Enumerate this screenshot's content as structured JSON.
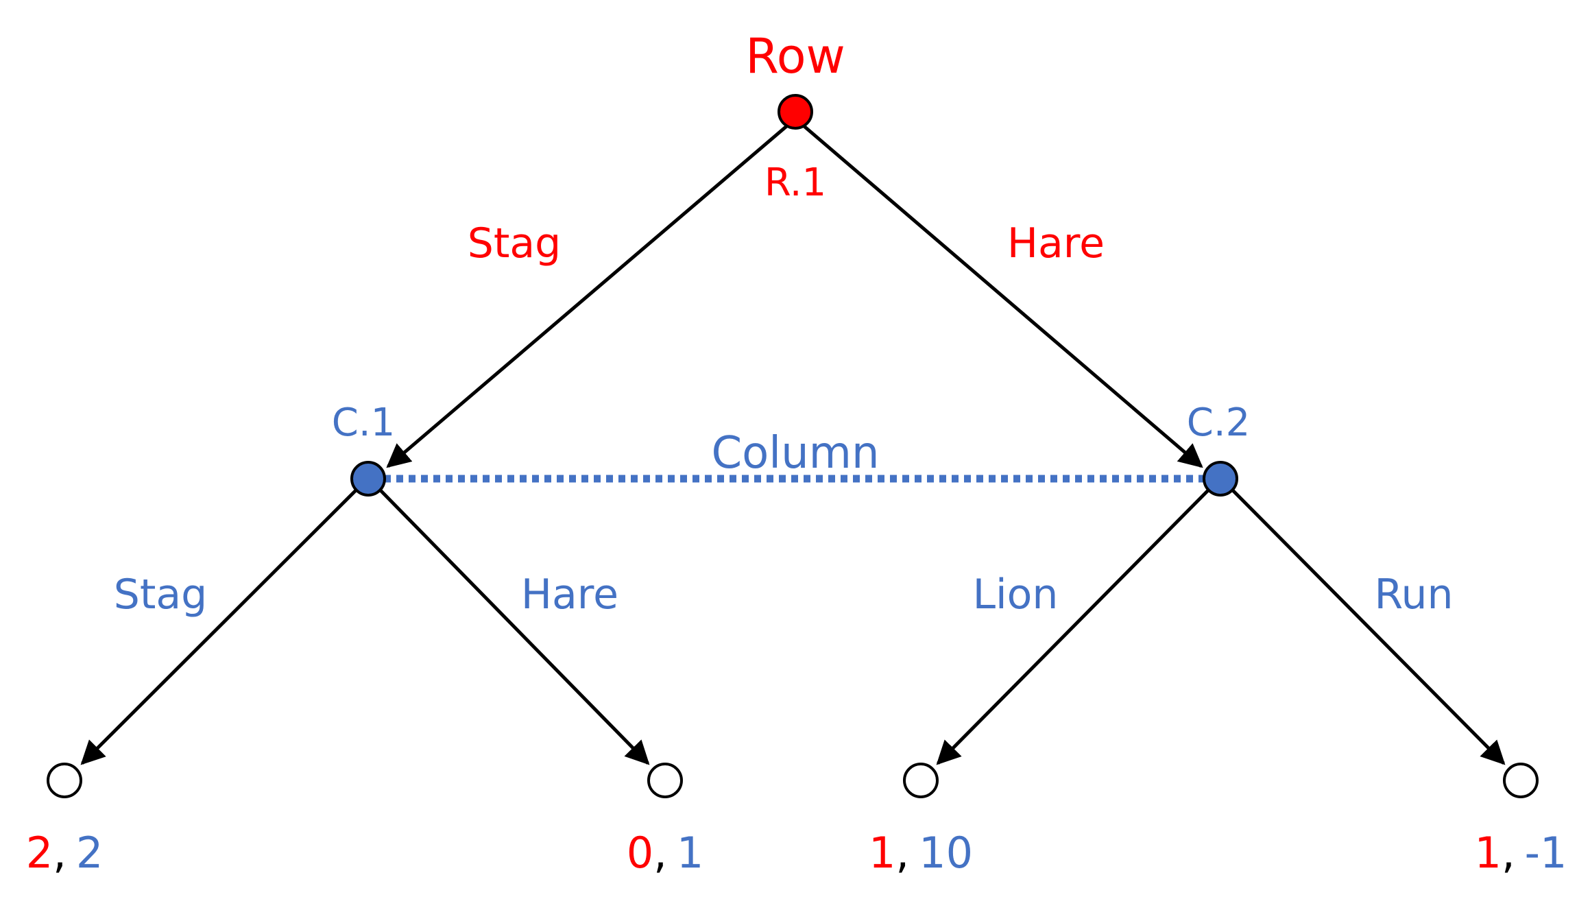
{
  "colors": {
    "row": "#ff0000",
    "column": "#4472c4",
    "edge": "#000000",
    "terminal_fill": "#ffffff"
  },
  "players": {
    "row": "Row",
    "column": "Column"
  },
  "nodes": {
    "root": "R.1",
    "c1": "C.1",
    "c2": "C.2"
  },
  "row_actions": {
    "left": "Stag",
    "right": "Hare"
  },
  "c1_actions": {
    "left": "Stag",
    "right": "Hare"
  },
  "c2_actions": {
    "left": "Lion",
    "right": "Run"
  },
  "payoffs": [
    {
      "row": "2",
      "sep": ",",
      "col": "2"
    },
    {
      "row": "0",
      "sep": ",",
      "col": "1"
    },
    {
      "row": "1",
      "sep": ",",
      "col": "10"
    },
    {
      "row": "1",
      "sep": ",",
      "col": "-1"
    }
  ]
}
